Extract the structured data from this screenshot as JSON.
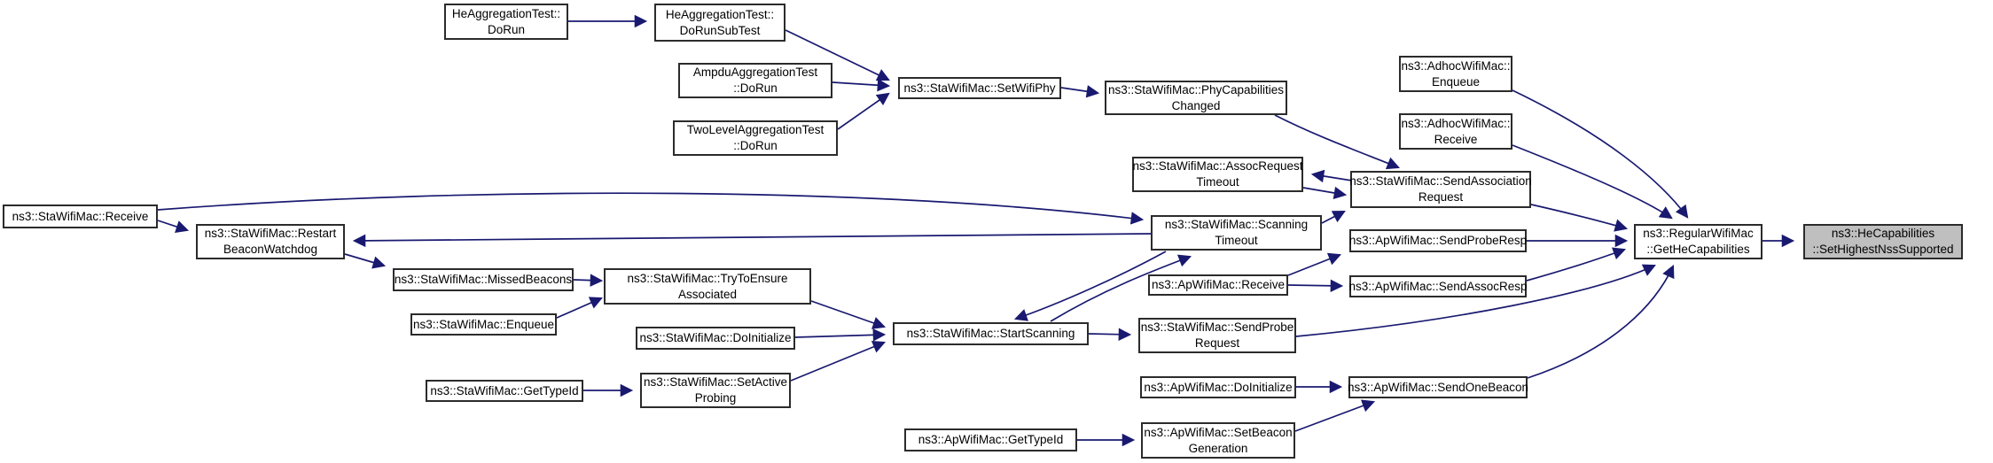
{
  "diagram": {
    "kind": "doxygen-caller-graph",
    "target_function": "ns3::HeCapabilities::SetHighestNssSupported",
    "edge_color": "#191970",
    "node_fill": "#ffffff",
    "highlight_fill": "#bfbfbf",
    "border_color": "#2b2b2b"
  },
  "nodes": [
    {
      "id": "sta-receive",
      "label": "ns3::StaWifiMac::Receive",
      "highlighted": false
    },
    {
      "id": "he-dorun",
      "label": "HeAggregationTest::\nDoRun",
      "highlighted": false
    },
    {
      "id": "he-dorunsubtest",
      "label": "HeAggregationTest::\nDoRunSubTest",
      "highlighted": false
    },
    {
      "id": "ampdu-dorun",
      "label": "AmpduAggregationTest\n::DoRun",
      "highlighted": false
    },
    {
      "id": "twolevel-dorun",
      "label": "TwoLevelAggregationTest\n::DoRun",
      "highlighted": false
    },
    {
      "id": "sta-setwifiphy",
      "label": "ns3::StaWifiMac::SetWifiPhy",
      "highlighted": false
    },
    {
      "id": "sta-phycapschanged",
      "label": "ns3::StaWifiMac::PhyCapabilities\nChanged",
      "highlighted": false
    },
    {
      "id": "adhoc-enqueue",
      "label": "ns3::AdhocWifiMac::\nEnqueue",
      "highlighted": false
    },
    {
      "id": "adhoc-receive",
      "label": "ns3::AdhocWifiMac::\nReceive",
      "highlighted": false
    },
    {
      "id": "sta-assocrequesttimeout",
      "label": "ns3::StaWifiMac::AssocRequest\nTimeout",
      "highlighted": false
    },
    {
      "id": "sta-sendassociationrequest",
      "label": "ns3::StaWifiMac::SendAssociation\nRequest",
      "highlighted": false
    },
    {
      "id": "sta-scanningtimeout",
      "label": "ns3::StaWifiMac::Scanning\nTimeout",
      "highlighted": false
    },
    {
      "id": "ap-sendproberesp",
      "label": "ns3::ApWifiMac::SendProbeResp",
      "highlighted": false
    },
    {
      "id": "ap-receive",
      "label": "ns3::ApWifiMac::Receive",
      "highlighted": false
    },
    {
      "id": "ap-sendassocresp",
      "label": "ns3::ApWifiMac::SendAssocResp",
      "highlighted": false
    },
    {
      "id": "sta-restartbeaconwatchdog",
      "label": "ns3::StaWifiMac::Restart\nBeaconWatchdog",
      "highlighted": false
    },
    {
      "id": "sta-missedbeacons",
      "label": "ns3::StaWifiMac::MissedBeacons",
      "highlighted": false
    },
    {
      "id": "sta-trytoensureassociated",
      "label": "ns3::StaWifiMac::TryToEnsure\nAssociated",
      "highlighted": false
    },
    {
      "id": "sta-enqueue",
      "label": "ns3::StaWifiMac::Enqueue",
      "highlighted": false
    },
    {
      "id": "sta-doinitialize",
      "label": "ns3::StaWifiMac::DoInitialize",
      "highlighted": false
    },
    {
      "id": "sta-startscanning",
      "label": "ns3::StaWifiMac::StartScanning",
      "highlighted": false
    },
    {
      "id": "sta-sendproberequest",
      "label": "ns3::StaWifiMac::SendProbe\nRequest",
      "highlighted": false
    },
    {
      "id": "sta-gettypeid",
      "label": "ns3::StaWifiMac::GetTypeId",
      "highlighted": false
    },
    {
      "id": "sta-setactiveprobing",
      "label": "ns3::StaWifiMac::SetActive\nProbing",
      "highlighted": false
    },
    {
      "id": "ap-doinitialize",
      "label": "ns3::ApWifiMac::DoInitialize",
      "highlighted": false
    },
    {
      "id": "ap-sendonebeacon",
      "label": "ns3::ApWifiMac::SendOneBeacon",
      "highlighted": false
    },
    {
      "id": "ap-gettypeid",
      "label": "ns3::ApWifiMac::GetTypeId",
      "highlighted": false
    },
    {
      "id": "ap-setbeacongeneration",
      "label": "ns3::ApWifiMac::SetBeacon\nGeneration",
      "highlighted": false
    },
    {
      "id": "regular-gethecapabilities",
      "label": "ns3::RegularWifiMac\n::GetHeCapabilities",
      "highlighted": false
    },
    {
      "id": "he-sethighestnsssupported",
      "label": "ns3::HeCapabilities\n::SetHighestNssSupported",
      "highlighted": true
    }
  ],
  "edges": [
    {
      "from": "he-dorun",
      "to": "he-dorunsubtest"
    },
    {
      "from": "he-dorunsubtest",
      "to": "sta-setwifiphy"
    },
    {
      "from": "ampdu-dorun",
      "to": "sta-setwifiphy"
    },
    {
      "from": "twolevel-dorun",
      "to": "sta-setwifiphy"
    },
    {
      "from": "sta-setwifiphy",
      "to": "sta-phycapschanged"
    },
    {
      "from": "sta-phycapschanged",
      "to": "sta-sendassociationrequest"
    },
    {
      "from": "sta-sendassociationrequest",
      "to": "sta-assocrequesttimeout"
    },
    {
      "from": "sta-assocrequesttimeout",
      "to": "sta-sendassociationrequest"
    },
    {
      "from": "sta-scanningtimeout",
      "to": "sta-sendassociationrequest"
    },
    {
      "from": "sta-receive",
      "to": "sta-scanningtimeout"
    },
    {
      "from": "sta-scanningtimeout",
      "to": "sta-restartbeaconwatchdog"
    },
    {
      "from": "sta-receive",
      "to": "sta-restartbeaconwatchdog"
    },
    {
      "from": "sta-restartbeaconwatchdog",
      "to": "sta-missedbeacons"
    },
    {
      "from": "sta-missedbeacons",
      "to": "sta-trytoensureassociated"
    },
    {
      "from": "sta-enqueue",
      "to": "sta-trytoensureassociated"
    },
    {
      "from": "sta-trytoensureassociated",
      "to": "sta-startscanning"
    },
    {
      "from": "sta-doinitialize",
      "to": "sta-startscanning"
    },
    {
      "from": "sta-setactiveprobing",
      "to": "sta-startscanning"
    },
    {
      "from": "sta-gettypeid",
      "to": "sta-setactiveprobing"
    },
    {
      "from": "sta-startscanning",
      "to": "sta-sendproberequest"
    },
    {
      "from": "sta-startscanning",
      "to": "sta-scanningtimeout"
    },
    {
      "from": "sta-scanningtimeout",
      "to": "sta-startscanning"
    },
    {
      "from": "ap-receive",
      "to": "ap-sendproberesp"
    },
    {
      "from": "ap-receive",
      "to": "ap-sendassocresp"
    },
    {
      "from": "ap-doinitialize",
      "to": "ap-sendonebeacon"
    },
    {
      "from": "ap-gettypeid",
      "to": "ap-setbeacongeneration"
    },
    {
      "from": "ap-setbeacongeneration",
      "to": "ap-sendonebeacon"
    },
    {
      "from": "adhoc-enqueue",
      "to": "regular-gethecapabilities"
    },
    {
      "from": "adhoc-receive",
      "to": "regular-gethecapabilities"
    },
    {
      "from": "sta-sendassociationrequest",
      "to": "regular-gethecapabilities"
    },
    {
      "from": "ap-sendproberesp",
      "to": "regular-gethecapabilities"
    },
    {
      "from": "ap-sendassocresp",
      "to": "regular-gethecapabilities"
    },
    {
      "from": "sta-sendproberequest",
      "to": "regular-gethecapabilities"
    },
    {
      "from": "ap-sendonebeacon",
      "to": "regular-gethecapabilities"
    },
    {
      "from": "regular-gethecapabilities",
      "to": "he-sethighestnsssupported"
    }
  ]
}
